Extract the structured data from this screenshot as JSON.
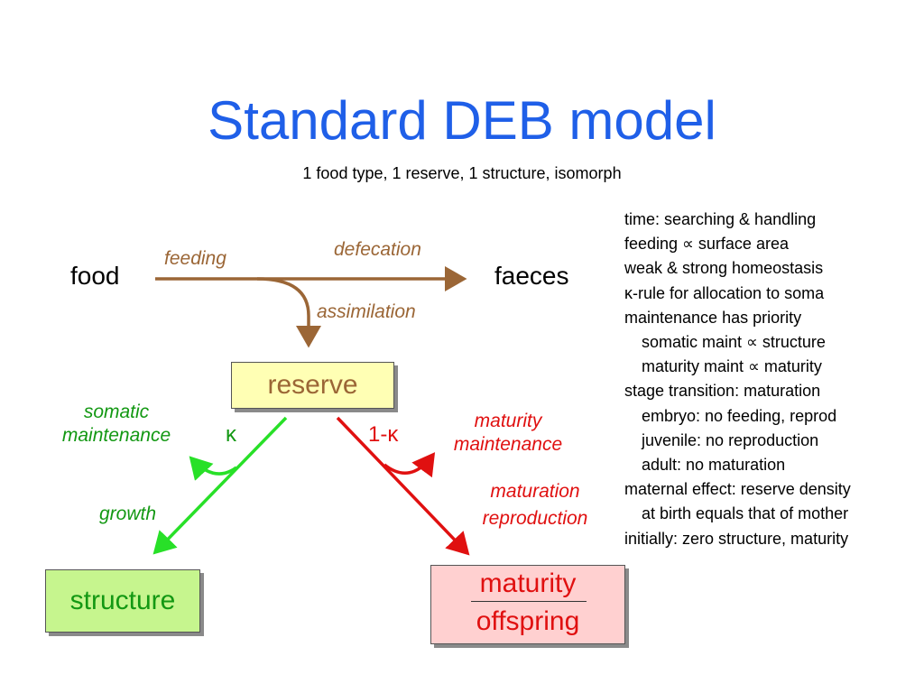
{
  "title": "Standard DEB model",
  "subtitle": "1 food type, 1 reserve, 1 structure, isomorph",
  "diagram": {
    "food": "food",
    "faeces": "faeces",
    "feeding": "feeding",
    "defecation": "defecation",
    "assimilation": "assimilation",
    "reserve": "reserve",
    "kappa": "κ",
    "one_minus_kappa": "1-κ",
    "somatic_maintenance": [
      "somatic",
      "maintenance"
    ],
    "growth": "growth",
    "maturity_maintenance": [
      "maturity",
      "maintenance"
    ],
    "maturation_reproduction": [
      "maturation",
      "reproduction"
    ],
    "structure": "structure",
    "maturity": "maturity",
    "offspring": "offspring"
  },
  "colors": {
    "title": "#1f5fe8",
    "brown": "#9b6636",
    "green": "#139813",
    "red": "#e01010",
    "reserve_fill": "#ffffb4",
    "structure_fill": "#c6f58e",
    "maturity_fill": "#ffd0d0"
  },
  "notes": [
    "time: searching & handling",
    "feeding ∝ surface area",
    "weak & strong homeostasis",
    "κ-rule for allocation to soma",
    "maintenance has priority",
    "somatic maint ∝ structure",
    "maturity maint ∝ maturity",
    "stage transition: maturation",
    "embryo: no feeding, reprod",
    "juvenile: no reproduction",
    "adult: no maturation",
    "maternal effect: reserve density",
    "at birth equals that of mother",
    "initially: zero structure, maturity"
  ]
}
